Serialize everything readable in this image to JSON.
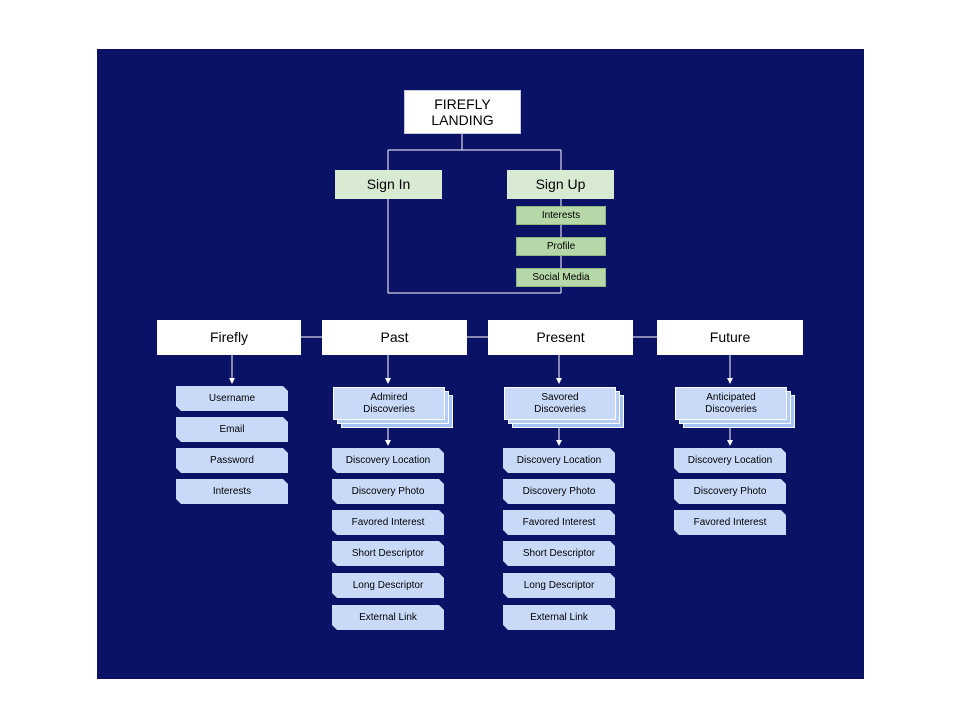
{
  "root": {
    "line1": "FIREFLY",
    "line2": "LANDING"
  },
  "auth": {
    "sign_in": "Sign In",
    "sign_up": "Sign Up",
    "sign_up_steps": [
      "Interests",
      "Profile",
      "Social Media"
    ]
  },
  "sections": [
    {
      "title": "Firefly",
      "header": null,
      "items": [
        "Username",
        "Email",
        "Password",
        "Interests"
      ]
    },
    {
      "title": "Past",
      "header": {
        "line1": "Admired",
        "line2": "Discoveries"
      },
      "items": [
        "Discovery Location",
        "Discovery Photo",
        "Favored Interest",
        "Short Descriptor",
        "Long Descriptor",
        "External Link"
      ]
    },
    {
      "title": "Present",
      "header": {
        "line1": "Savored",
        "line2": "Discoveries"
      },
      "items": [
        "Discovery Location",
        "Discovery Photo",
        "Favored Interest",
        "Short Descriptor",
        "Long Descriptor",
        "External Link"
      ]
    },
    {
      "title": "Future",
      "header": {
        "line1": "Anticipated",
        "line2": "Discoveries"
      },
      "items": [
        "Discovery Location",
        "Discovery Photo",
        "Favored Interest"
      ]
    }
  ],
  "colors": {
    "background": "#0a1265",
    "auth_fill": "#d9ead3",
    "step_fill": "#b6d7a8",
    "item_fill": "#c9daf8",
    "connector": "#ffffff"
  }
}
